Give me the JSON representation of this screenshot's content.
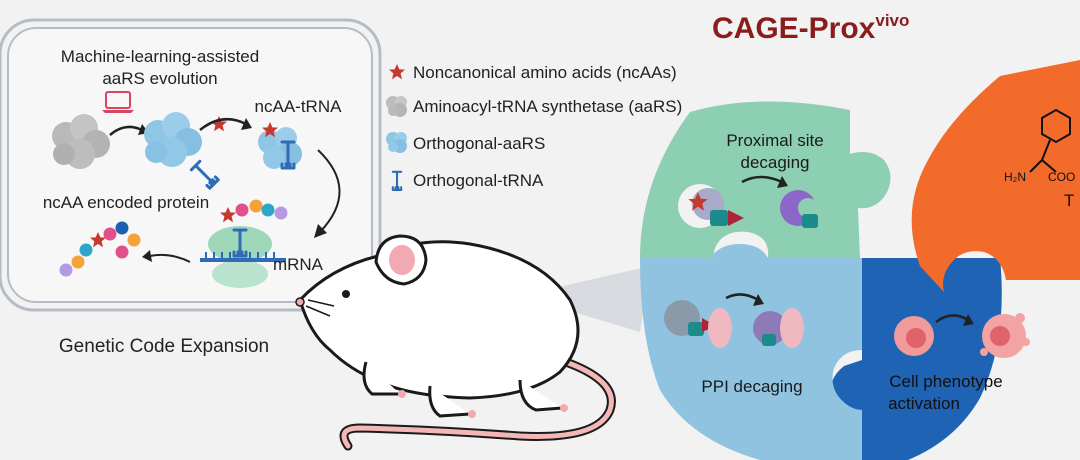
{
  "title": {
    "main": "CAGE-Prox",
    "superscript": "vivo",
    "color": "#8b1c1c"
  },
  "gce_panel": {
    "heading_line1": "Machine-learning-assisted",
    "heading_line2": "aaRS evolution",
    "ncaa_trna_label": "ncAA-tRNA",
    "protein_label": "ncAA encoded protein",
    "mrna_label": "mRNA",
    "caption": "Genetic Code Expansion"
  },
  "legend": {
    "items": [
      {
        "icon": "star-icon",
        "label": "Noncanonical amino acids (ncAAs)"
      },
      {
        "icon": "grey-cloud-icon",
        "label": "Aminoacyl-tRNA synthetase (aaRS)"
      },
      {
        "icon": "blue-cloud-icon",
        "label": "Orthogonal-aaRS"
      },
      {
        "icon": "trna-icon",
        "label": "Orthogonal-tRNA"
      }
    ]
  },
  "puzzle": {
    "green_line1": "Proximal site",
    "green_line2": "decaging",
    "lightblue_label": "PPI decaging",
    "darkblue_line1": "Cell phenotype",
    "darkblue_line2": "activation",
    "orange_nh2": "H₂N",
    "orange_cooh": "COO",
    "orange_letter": "T"
  },
  "colors": {
    "green_piece": "#8ccfb2",
    "lightblue_piece": "#8fc3e0",
    "darkblue_piece": "#1f63b4",
    "orange_piece": "#f26b2b",
    "panel_border": "#b5bcc6",
    "orthogonal_aars": "#8fc6e6",
    "trna": "#2f6cb8",
    "star": "#c53a2f"
  }
}
